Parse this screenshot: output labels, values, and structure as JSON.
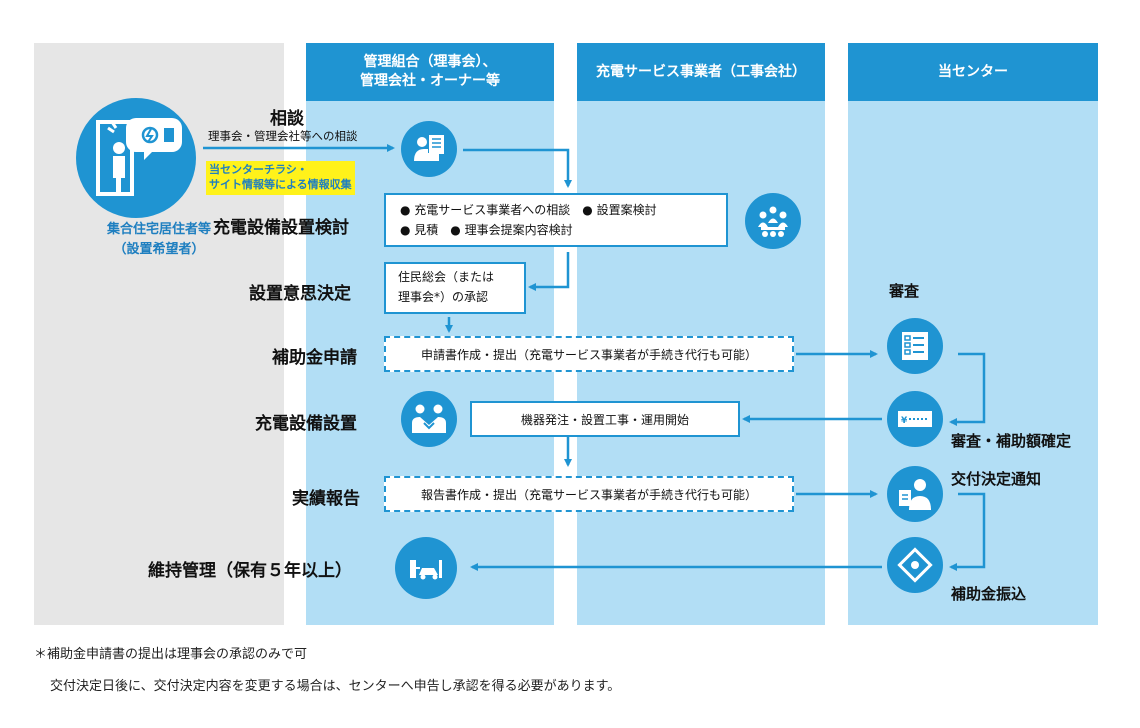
{
  "columns": {
    "resident": "集合住宅居住者等",
    "resident_sub": "（設置希望者）",
    "management": "管理組合（理事会）、\n管理会社・オーナー等",
    "provider": "充電サービス事業者（工事会社）",
    "center": "当センター"
  },
  "steps": {
    "consult": "相談",
    "consult_sub": "理事会・管理会社等への相談",
    "info_note": "当センターチラシ・\nサイト情報等による情報収集",
    "review": "充電設備設置検討",
    "review_items_1": "● 充電サービス事業者への相談　● 設置案検討",
    "review_items_2": "● 見積　● 理事会提案内容検討",
    "decision": "設置意思決定",
    "decision_box_1": "住民総会（または",
    "decision_box_2": "理事会*）の承認",
    "apply": "補助金申請",
    "apply_box": "申請書作成・提出（充電サービス事業者が手続き代行も可能）",
    "install": "充電設備設置",
    "install_box": "機器発注・設置工事・運用開始",
    "report": "実績報告",
    "report_box": "報告書作成・提出（充電サービス事業者が手続き代行も可能）",
    "maintain": "維持管理（保有５年以上）"
  },
  "center_labels": {
    "review": "審査",
    "confirm": "審査・補助額確定",
    "notice": "交付決定通知",
    "payment": "補助金振込"
  },
  "icons": {
    "resident": "resident-ev-icon",
    "consult": "consultation-icon",
    "meeting": "meeting-icon",
    "install": "handshake-icon",
    "maintain": "ev-charging-icon",
    "review": "checklist-icon",
    "money": "money-icon",
    "notice": "notice-icon",
    "payment": "payment-icon"
  },
  "footnotes": {
    "line1": "＊補助金申請書の提出は理事会の承認のみで可",
    "line2": "交付決定日後に、交付決定内容を変更する場合は、センターへ申告し承認を得る必要があります。"
  },
  "colors": {
    "accent": "#1f94d2",
    "column_bg": "#b2def5",
    "gray_bg": "#e6e6e6",
    "highlight": "#fff21a"
  }
}
